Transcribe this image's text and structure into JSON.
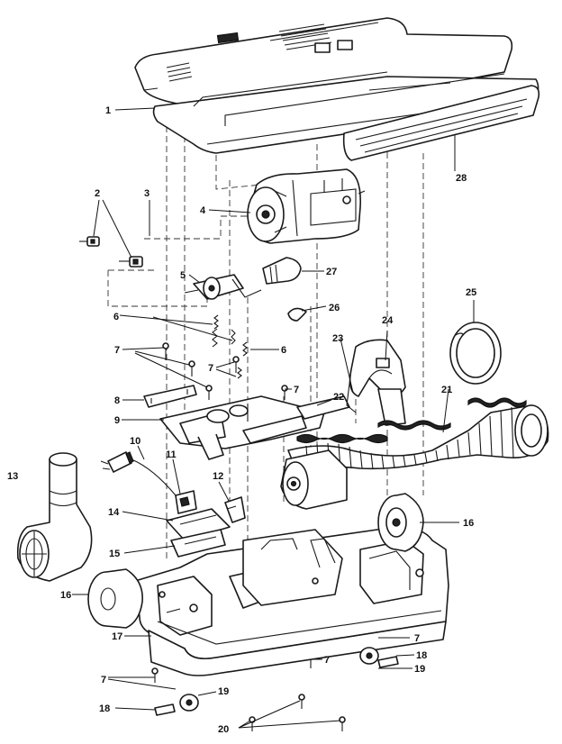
{
  "callouts": {
    "c1": "1",
    "c2": "2",
    "c3": "3",
    "c4": "4",
    "c5": "5",
    "c6a": "6",
    "c6b": "6",
    "c7a": "7",
    "c7b": "7",
    "c7c": "7",
    "c7d": "7",
    "c7e": "7",
    "c7f": "7",
    "c8": "8",
    "c9": "9",
    "c10": "10",
    "c11": "11",
    "c12": "12",
    "c13": "13",
    "c14": "14",
    "c15": "15",
    "c16a": "16",
    "c16b": "16",
    "c17": "17",
    "c18a": "18",
    "c18b": "18",
    "c19a": "19",
    "c19b": "19",
    "c20": "20",
    "c21": "21",
    "c22": "22",
    "c23": "23",
    "c24": "24",
    "c25": "25",
    "c26": "26",
    "c27": "27",
    "c28": "28"
  }
}
